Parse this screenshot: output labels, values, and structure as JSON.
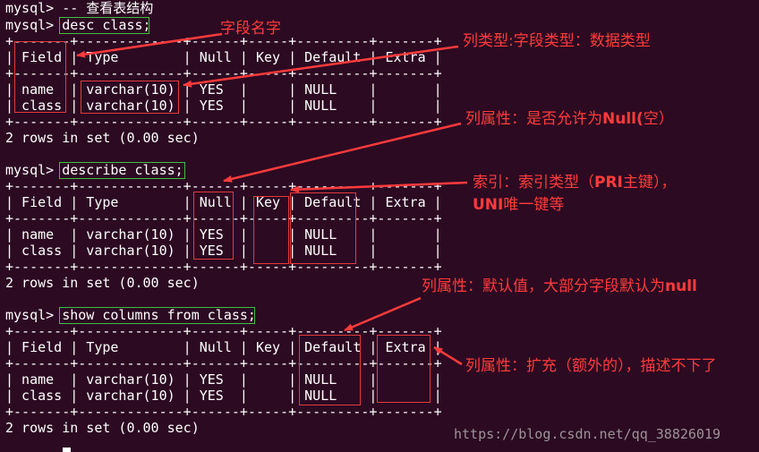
{
  "terminal": {
    "title_line": "mysql> -- 查看表结构",
    "block1": {
      "command": "mysql> desc class;",
      "sep": "+-------+-------------+------+-----+---------+-------+",
      "header": "| Field | Type        | Null | Key | Default | Extra |",
      "row1": "| name  | varchar(10) | YES  |     | NULL    |       |",
      "row2": "| class | varchar(10) | YES  |     | NULL    |       |",
      "status": "2 rows in set (0.00 sec)"
    },
    "block2": {
      "command": "mysql> describe class;",
      "sep": "+-------+-------------+------+-----+---------+-------+",
      "header": "| Field | Type        | Null | Key | Default | Extra |",
      "row1": "| name  | varchar(10) | YES  |     | NULL    |       |",
      "row2": "| class | varchar(10) | YES  |     | NULL    |       |",
      "status": "2 rows in set (0.00 sec)"
    },
    "block3": {
      "command": "mysql> show columns from class;",
      "sep": "+-------+-------------+------+-----+---------+-------+",
      "header": "| Field | Type        | Null | Key | Default | Extra |",
      "row1": "| name  | varchar(10) | YES  |     | NULL    |       |",
      "row2": "| class | varchar(10) | YES  |     | NULL    |       |",
      "status": "2 rows in set (0.00 sec)"
    }
  },
  "annotations": {
    "field_name": "字段名字",
    "column_type": "列类型:字段类型：数据类型",
    "null_attr_prefix": "列属性：是否允许为",
    "null_attr_bold": "Null(",
    "null_attr_suffix": "空）",
    "index_line1_prefix": "索引：索引类型（",
    "index_line1_bold": "PRI",
    "index_line1_suffix": "主键），",
    "index_line2_bold": "UNI",
    "index_line2_suffix": "唯一键等",
    "default_prefix": "列属性：默认值，大部分字段默认为",
    "default_bold": "null",
    "extra_attr": "列属性：扩充（额外的），描述不下了"
  },
  "watermark": "https://blog.csdn.net/qq_38826019",
  "colors": {
    "background": "#2c0a22",
    "terminal_text": "#ffffff",
    "annotation": "#ff3b3b",
    "highlight_box_red": "#e23b3b",
    "highlight_box_green": "#3fbf3f"
  }
}
